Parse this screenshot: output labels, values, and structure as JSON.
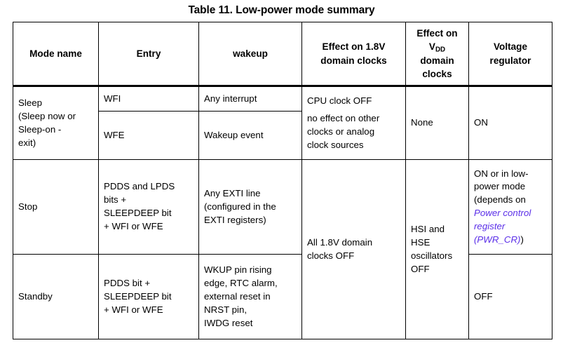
{
  "document": {
    "title": "Table 11. Low-power mode summary"
  },
  "link_color": "#5b2fe8",
  "table": {
    "headers": {
      "mode_name": "Mode name",
      "entry": "Entry",
      "wakeup": "wakeup",
      "effect_18v_line1": "Effect on 1.8V",
      "effect_18v_line2": "domain clocks",
      "effect_vdd_line1": "Effect on",
      "effect_vdd_v": "V",
      "effect_vdd_sub": "DD",
      "effect_vdd_line3": "domain",
      "effect_vdd_line4": "clocks",
      "voltage_reg_line1": "Voltage",
      "voltage_reg_line2": "regulator"
    },
    "rows": {
      "sleep": {
        "mode_name_line1": "Sleep",
        "mode_name_line2": "(Sleep now or",
        "mode_name_line3": "Sleep-on -",
        "mode_name_line4": "exit)",
        "entry_wfi": "WFI",
        "entry_wfe": "WFE",
        "wakeup_interrupt": "Any interrupt",
        "wakeup_event": "Wakeup event",
        "effect_18v_line1": "CPU clock OFF",
        "effect_18v_line2": "no effect on other",
        "effect_18v_line3": "clocks or analog",
        "effect_18v_line4": "clock sources",
        "effect_vdd": "None",
        "voltage_regulator": "ON"
      },
      "stop": {
        "mode_name": "Stop",
        "entry_line1": "PDDS and LPDS",
        "entry_line2": "bits +",
        "entry_line3": "SLEEPDEEP bit",
        "entry_line4": "+ WFI or WFE",
        "wakeup_line1": "Any EXTI line",
        "wakeup_line2": "(configured in the",
        "wakeup_line3": "EXTI registers)",
        "voltage_reg_line1": "ON or in low-",
        "voltage_reg_line2": "power mode",
        "voltage_reg_line3": "(depends on",
        "voltage_reg_link1": "Power control",
        "voltage_reg_link2": "register",
        "voltage_reg_link3": "(PWR_CR)",
        "voltage_reg_close": ")"
      },
      "standby": {
        "mode_name": "Standby",
        "entry_line1": "PDDS bit +",
        "entry_line2": "SLEEPDEEP bit",
        "entry_line3": "+ WFI or WFE",
        "wakeup_line1": "WKUP pin rising",
        "wakeup_line2": "edge, RTC alarm,",
        "wakeup_line3": "external reset in",
        "wakeup_line4": "NRST pin,",
        "wakeup_line5": "IWDG reset",
        "voltage_regulator": "OFF"
      },
      "shared": {
        "effect_18v_line1": "All 1.8V domain",
        "effect_18v_line2": "clocks OFF",
        "effect_vdd_line1": "HSI and",
        "effect_vdd_line2": "HSE",
        "effect_vdd_line3": "oscillators",
        "effect_vdd_line4": "OFF"
      }
    }
  }
}
